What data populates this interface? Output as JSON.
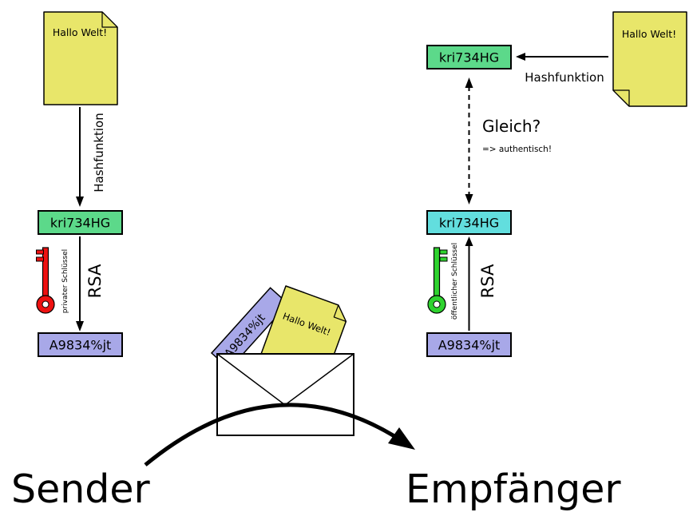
{
  "sender": {
    "label": "Sender",
    "document_text": "Hallo Welt!",
    "hash_label": "Hashfunktion",
    "hash_value": "kri734HG",
    "key_label": "privater Schlüssel",
    "algorithm": "RSA",
    "signature_value": "A9834%jt"
  },
  "receiver": {
    "label": "Empfänger",
    "document_text": "Hallo Welt!",
    "hash_label": "Hashfunktion",
    "hash_value": "kri734HG",
    "compare_label": "Gleich?",
    "compare_result": "=> authentisch!",
    "received_hash_value": "kri734HG",
    "key_label": "öffentlicher Schlüssel",
    "algorithm": "RSA",
    "signature_value": "A9834%jt"
  },
  "envelope": {
    "document_text": "Hallo Welt!",
    "signature_text": "A9834%jt"
  },
  "colors": {
    "document": "#e8e66a",
    "hash_box": "#5cd98a",
    "hash_box_received": "#62dede",
    "signature_box": "#a8a8e8",
    "private_key": "#ee1111",
    "public_key": "#2fd32f",
    "line": "#000000"
  }
}
